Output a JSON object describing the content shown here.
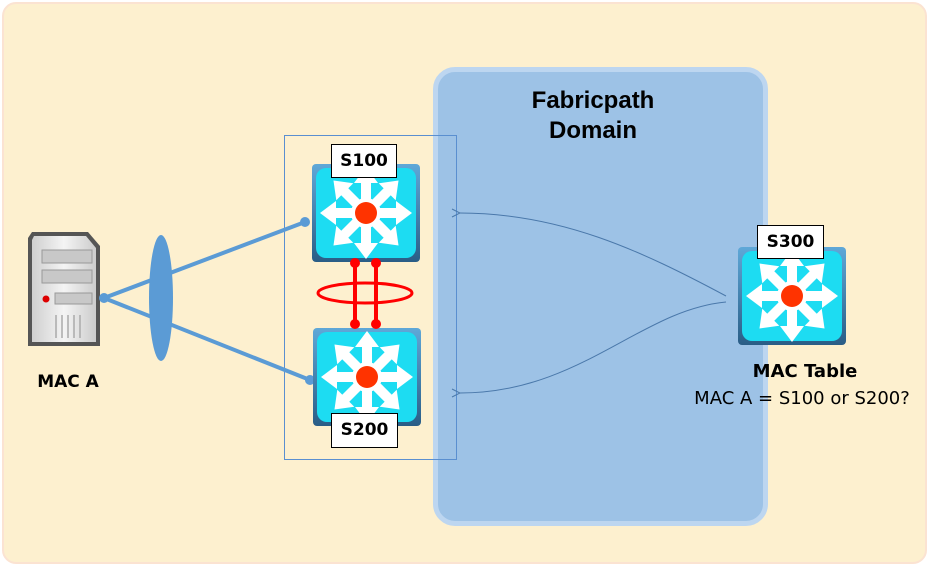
{
  "diagram": {
    "domain_title_line1": "Fabricpath",
    "domain_title_line2": "Domain",
    "host": {
      "label": "MAC A",
      "icon": "server-icon"
    },
    "switches": [
      {
        "id": "s100",
        "label": "S100",
        "icon": "layer3-switch-icon"
      },
      {
        "id": "s200",
        "label": "S200",
        "icon": "layer3-switch-icon"
      },
      {
        "id": "s300",
        "label": "S300",
        "icon": "layer3-switch-icon"
      }
    ],
    "mac_table": {
      "title": "MAC Table",
      "entry": "MAC A = S100 or S200?"
    },
    "colors": {
      "background": "#fdf0cf",
      "domain_fill": "#9dc2e6",
      "link": "#5b9bd5",
      "peer_link": "#ff0000",
      "switch_body": "#1ddcf2",
      "switch_center": "#ff3300",
      "arrow": "#4a78aa"
    }
  }
}
